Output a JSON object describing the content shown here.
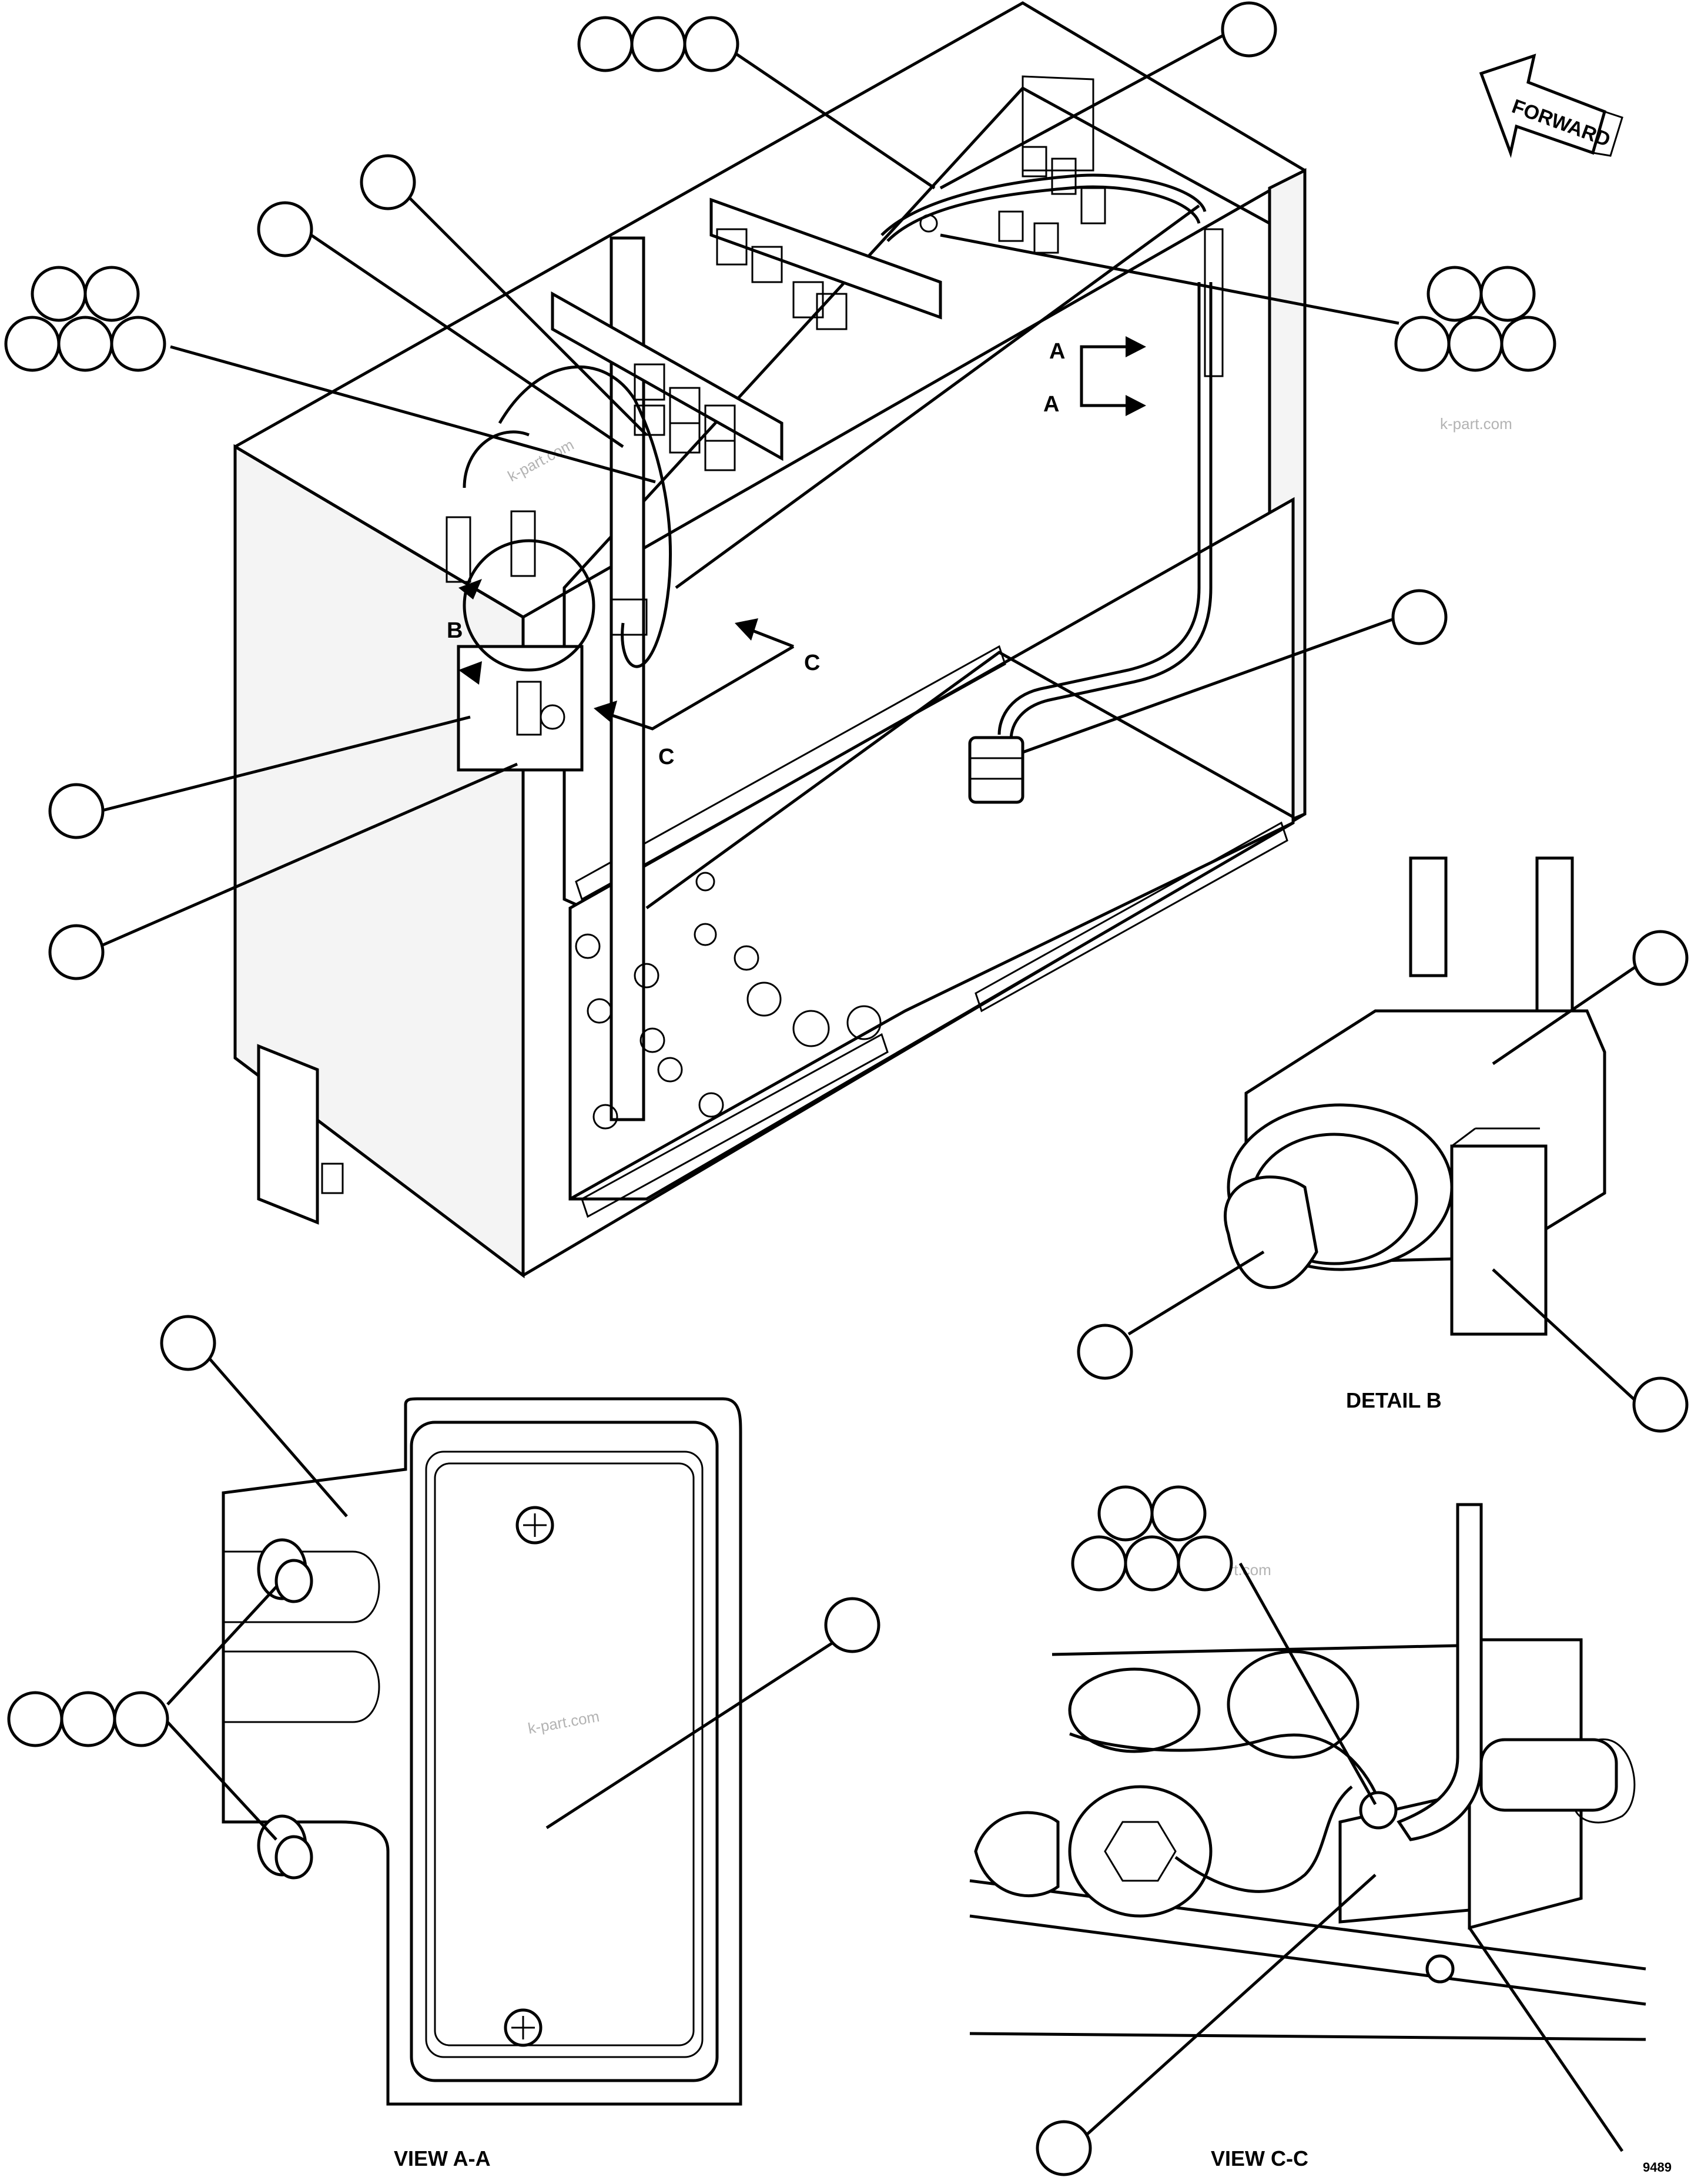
{
  "labels": {
    "forward": "FORWARD",
    "section_a_1": "A",
    "section_a_2": "A",
    "section_b": "B",
    "section_c_1": "C",
    "section_c_2": "C",
    "detail_b": "DETAIL B",
    "view_aa": "VIEW A-A",
    "view_cc": "VIEW C-C",
    "drawing_number": "9489"
  },
  "watermarks": [
    "k-part.com",
    "k-part.com",
    "k-part.com",
    "k-part.com"
  ],
  "callout_groups": [
    {
      "name": "top-triple",
      "count": 3
    },
    {
      "name": "top-single",
      "count": 1
    },
    {
      "name": "cable-upper-single",
      "count": 1
    },
    {
      "name": "cable-lower-single",
      "count": 1
    },
    {
      "name": "left-group-five",
      "count": 5
    },
    {
      "name": "right-group-five",
      "count": 5
    },
    {
      "name": "connector-single",
      "count": 1
    },
    {
      "name": "bracket-upper-single",
      "count": 1
    },
    {
      "name": "bracket-lower-single",
      "count": 1
    },
    {
      "name": "detail-b-top",
      "count": 1
    },
    {
      "name": "detail-b-toggle",
      "count": 1
    },
    {
      "name": "detail-b-bracket",
      "count": 1
    },
    {
      "name": "view-aa-bracket",
      "count": 1
    },
    {
      "name": "view-aa-studs-triple",
      "count": 3
    },
    {
      "name": "view-aa-cover",
      "count": 1
    },
    {
      "name": "view-cc-group-five",
      "count": 5
    },
    {
      "name": "view-cc-bracket",
      "count": 1
    }
  ]
}
